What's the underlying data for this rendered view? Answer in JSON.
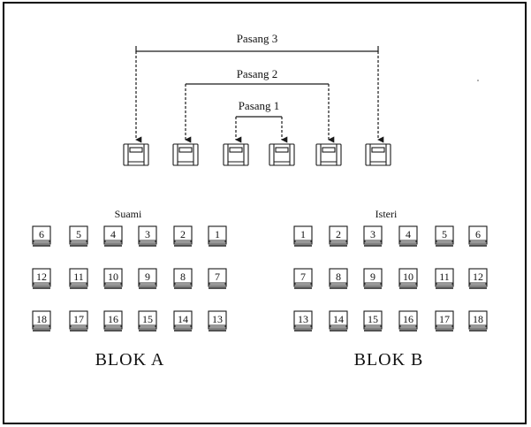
{
  "pairs": [
    {
      "label": "Pasang 3"
    },
    {
      "label": "Pasang 2"
    },
    {
      "label": "Pasang 1"
    }
  ],
  "groups": {
    "husbands": {
      "label": "Suami",
      "block": "BLOK A",
      "rows": [
        [
          "6",
          "5",
          "4",
          "3",
          "2",
          "1"
        ],
        [
          "12",
          "11",
          "10",
          "9",
          "8",
          "7"
        ],
        [
          "18",
          "17",
          "16",
          "15",
          "14",
          "13"
        ]
      ]
    },
    "wives": {
      "label": "Isteri",
      "block": "BLOK B",
      "rows": [
        [
          "1",
          "2",
          "3",
          "4",
          "5",
          "6"
        ],
        [
          "7",
          "8",
          "9",
          "10",
          "11",
          "12"
        ],
        [
          "13",
          "14",
          "15",
          "16",
          "17",
          "18"
        ]
      ]
    }
  },
  "colors": {
    "line": "#1a1a1a",
    "background": "#ffffff"
  }
}
